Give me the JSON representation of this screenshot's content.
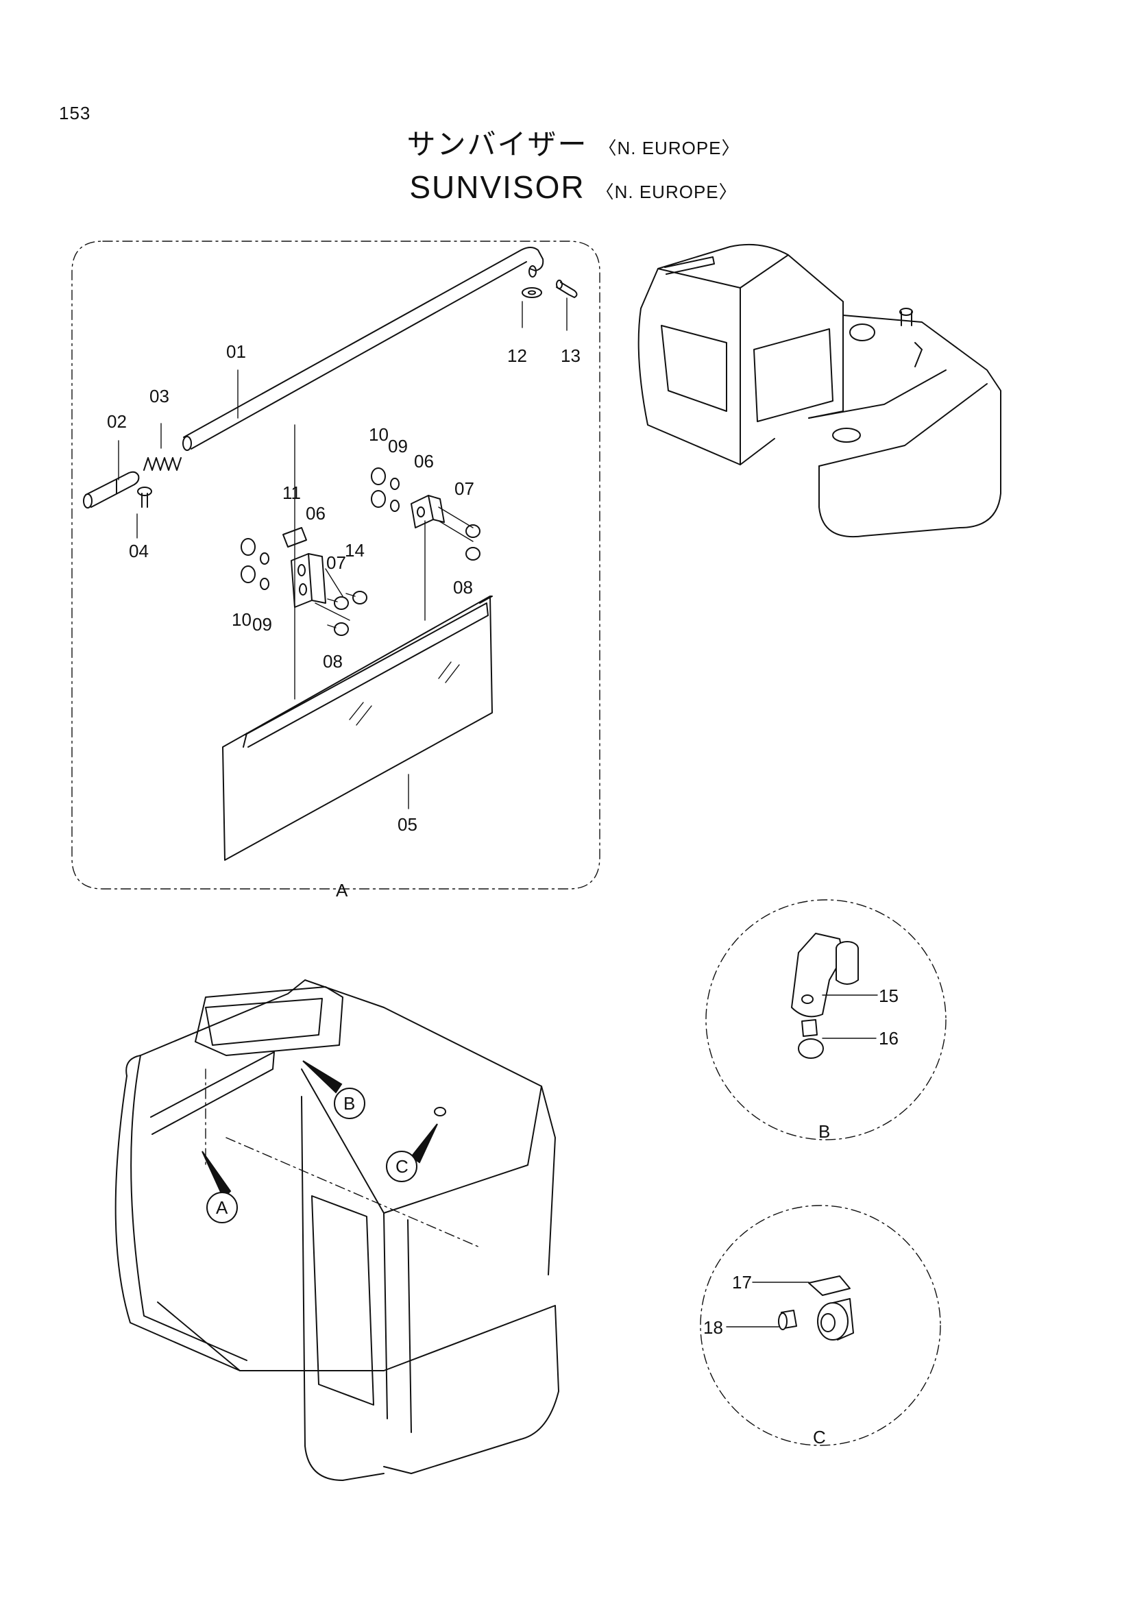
{
  "page_number": "153",
  "title": {
    "jp": "サンバイザー",
    "en": "SUNVISOR",
    "region_jp": "〈N. EUROPE〉",
    "region_en": "〈N. EUROPE〉"
  },
  "detail_views": {
    "a": "A",
    "b": "B",
    "c": "C"
  },
  "callouts": {
    "p01": "01",
    "p02": "02",
    "p03": "03",
    "p04": "04",
    "p05": "05",
    "p06a": "06",
    "p06b": "06",
    "p07a": "07",
    "p07b": "07",
    "p08a": "08",
    "p08b": "08",
    "p09a": "09",
    "p09b": "09",
    "p10a": "10",
    "p10b": "10",
    "p11": "11",
    "p12": "12",
    "p13": "13",
    "p14": "14",
    "p15": "15",
    "p16": "16",
    "p17": "17",
    "p18": "18"
  }
}
